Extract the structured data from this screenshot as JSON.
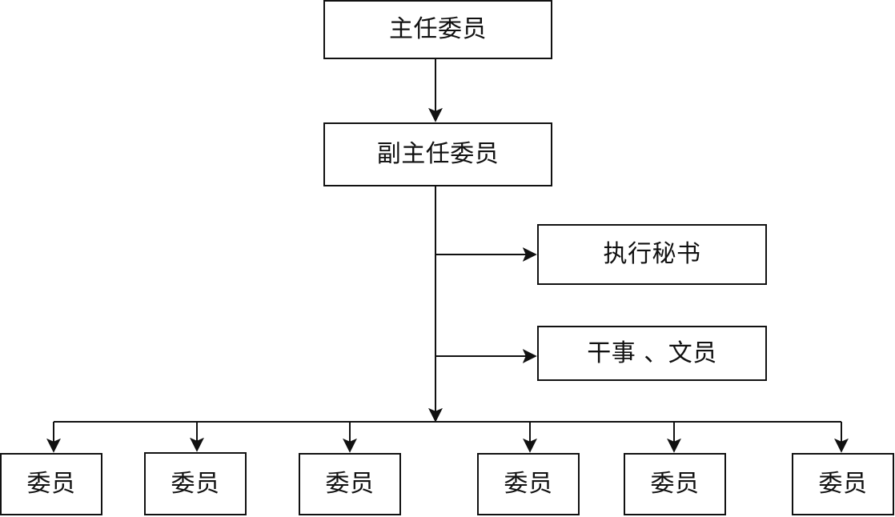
{
  "diagram": {
    "chair": "主任委员",
    "vice_chair": "副主任委员",
    "executive_secretary": "执行秘书",
    "staff_clerk": "干事 、文员",
    "members": [
      "委员",
      "委员",
      "委员",
      "委员",
      "委员",
      "委员"
    ]
  },
  "colors": {
    "line": "#111111",
    "box_border": "#111111",
    "background": "#ffffff"
  }
}
